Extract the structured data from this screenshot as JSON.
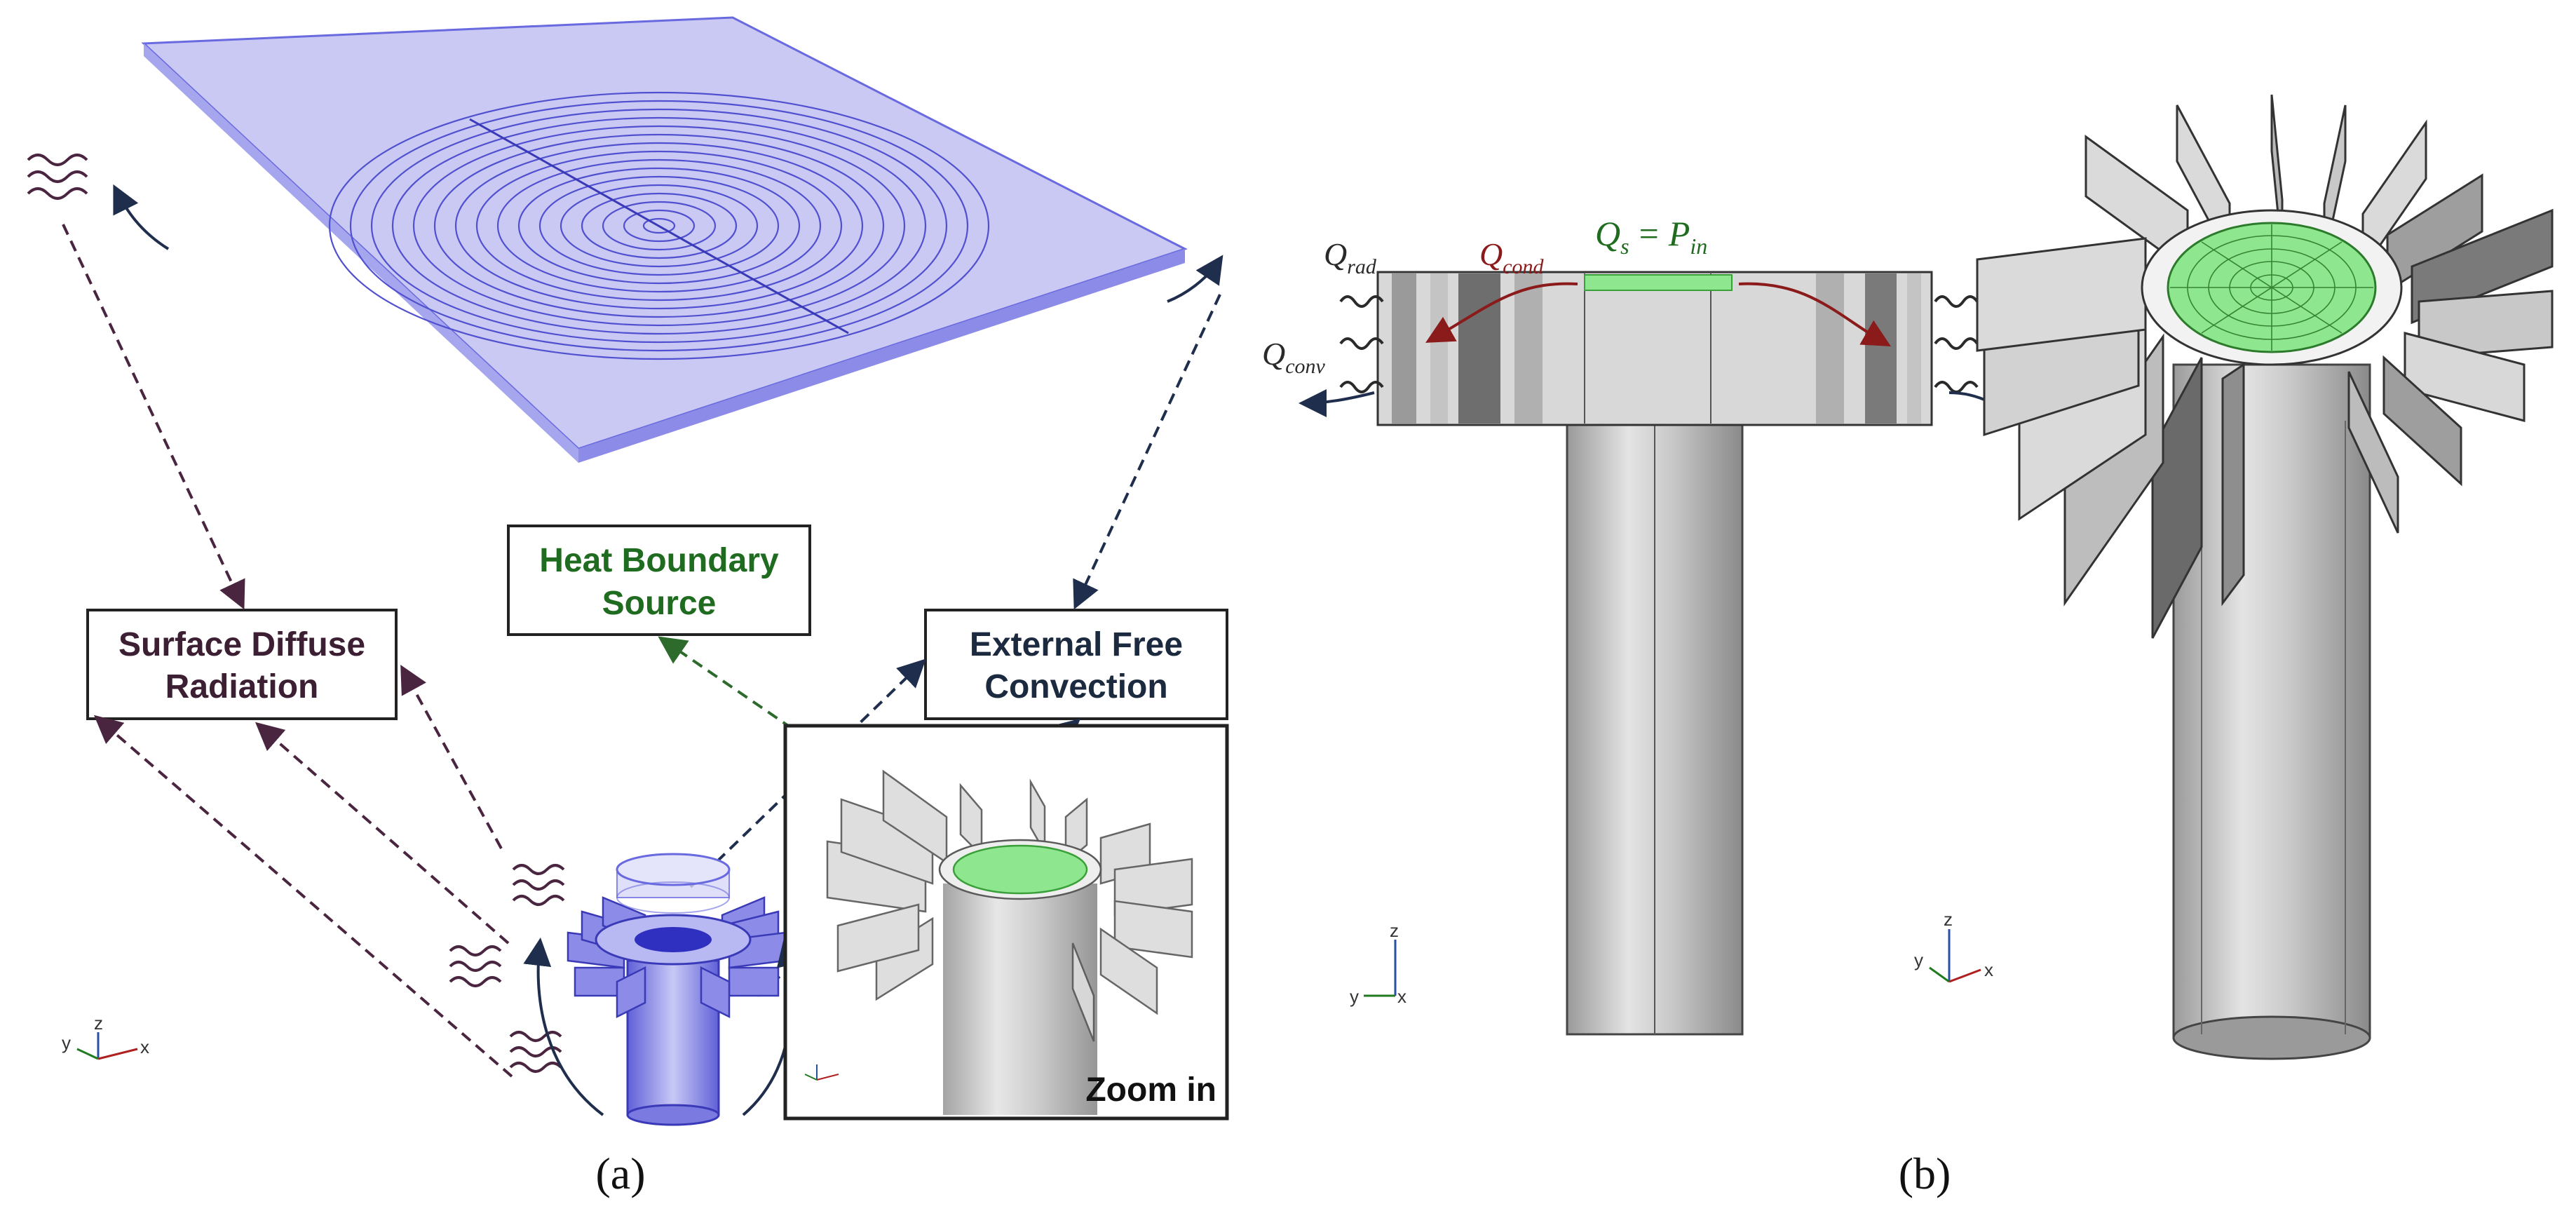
{
  "panel_a": {
    "box_radiation": {
      "line1": "Surface Diffuse",
      "line2": "Radiation"
    },
    "box_heat_source": {
      "line1": "Heat Boundary",
      "line2": "Source"
    },
    "box_convection": {
      "line1": "External Free",
      "line2": "Convection"
    },
    "zoom_label": "Zoom in",
    "caption": "(a)"
  },
  "panel_b": {
    "q_rad": {
      "base": "Q",
      "sub": "rad"
    },
    "q_cond": {
      "base": "Q",
      "sub": "cond"
    },
    "q_conv": {
      "base": "Q",
      "sub": "conv"
    },
    "q_s": {
      "base": "Q",
      "sub": "s",
      "eq": "=",
      "rhs_base": "P",
      "rhs_sub": "in"
    },
    "caption": "(b)"
  },
  "axes": {
    "x": "x",
    "y": "y",
    "z": "z"
  },
  "colors": {
    "radiation_box_text": "#3d1f33",
    "heat_source_text": "#1f6b1f",
    "convection_text": "#1c2a3f",
    "radiation_arrow": "#4a2540",
    "heat_source_arrow": "#2c6b2c",
    "convection_arrow": "#1f2e4d",
    "cond_arrow": "#8b1a1a",
    "plate_fill": "#c9c9f3",
    "heat_spot": "#8ee68e"
  }
}
